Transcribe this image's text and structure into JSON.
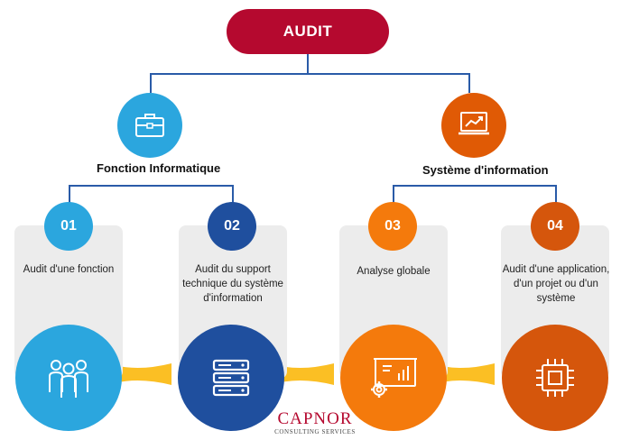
{
  "root": {
    "label": "AUDIT",
    "color": "#b5092f"
  },
  "branches": [
    {
      "label": "Fonction Informatique",
      "color": "#2ba6de",
      "icon": "briefcase-icon"
    },
    {
      "label": "Système d'information",
      "color": "#e05a05",
      "icon": "presentation-chart-icon"
    }
  ],
  "items": [
    {
      "number": "01",
      "text": "Audit d'une fonction",
      "color": "#2ba6de",
      "icon": "people-group-icon"
    },
    {
      "number": "02",
      "text": "Audit du support technique du système d'information",
      "color": "#1f4f9e",
      "icon": "server-stack-icon"
    },
    {
      "number": "03",
      "text": "Analyse globale",
      "color": "#f47a0c",
      "icon": "analytics-board-gear-icon"
    },
    {
      "number": "04",
      "text": "Audit d'une application, d'un projet ou d'un système",
      "color": "#d5560c",
      "icon": "chip-icon"
    }
  ],
  "connector_color": "#fbbf24",
  "logo": {
    "name": "CAPNOR",
    "tagline": "CONSULTING SERVICES"
  }
}
